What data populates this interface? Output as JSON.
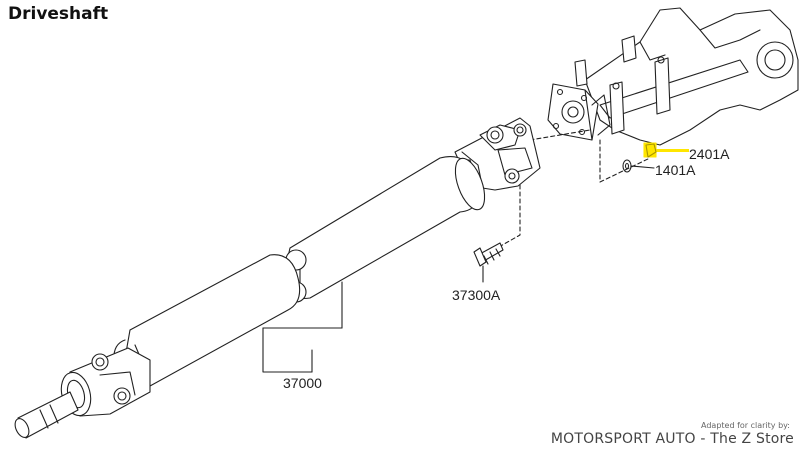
{
  "title": "Driveshaft",
  "parts": {
    "nut": "2401A",
    "washer": "1401A",
    "bolt": "37300A",
    "driveshaft": "37000"
  },
  "credit": {
    "small": "Adapted for clarity by:",
    "main": "MOTORSPORT AUTO - The Z Store"
  },
  "colors": {
    "highlight": "#ffe600",
    "line": "#222222"
  }
}
